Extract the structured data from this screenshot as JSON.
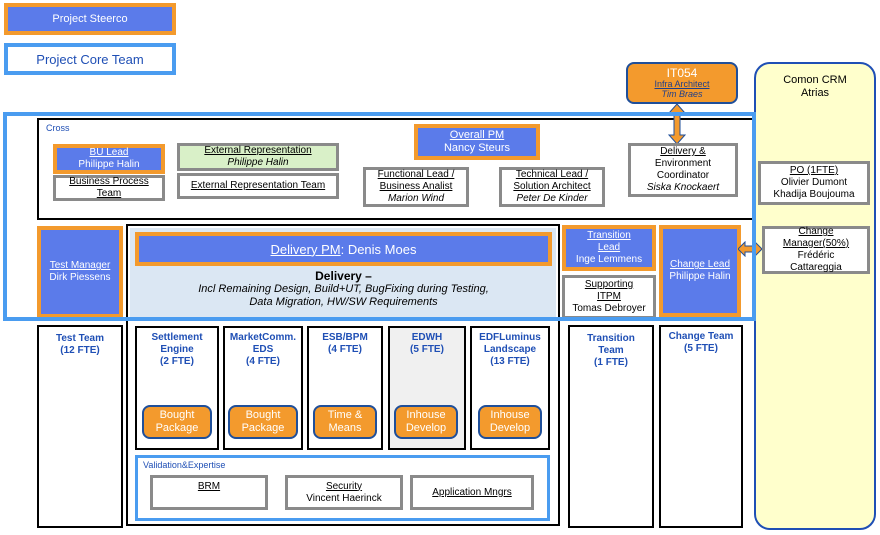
{
  "legend": {
    "steerco": "Project Steerco",
    "core_team": "Project Core Team"
  },
  "it054": {
    "title": "IT054",
    "role": "Infra Architect",
    "name": "Tim Braes"
  },
  "crm": {
    "line1": "Comon CRM",
    "line2": "Atrias"
  },
  "cross": {
    "label": "Cross",
    "bu_lead": {
      "title": "BU Lead",
      "name": "Philippe Halin"
    },
    "bpt": {
      "line1": "Business Process",
      "line2": "Team"
    },
    "ext_rep": {
      "title": "External Representation",
      "name": "Philippe Halin"
    },
    "ext_rep_team": "External Representation Team",
    "overall_pm": {
      "title": "Overall PM",
      "name": "Nancy Steurs"
    },
    "functional": {
      "line1": "Functional Lead /",
      "line2": "Business Analist",
      "name": "Marion Wind"
    },
    "technical": {
      "line1": "Technical Lead /",
      "line2": "Solution Architect",
      "name": "Peter De Kinder"
    },
    "delivery_env": {
      "line1": "Delivery &",
      "line2": "Environment",
      "line3": "Coordinator",
      "name": "Siska Knockaert"
    }
  },
  "po": {
    "title": "PO (1FTE)",
    "name1": "Olivier Dumont",
    "name2": "Khadija Boujouma"
  },
  "change_mgr": {
    "line1": "Change",
    "line2": "Manager(50%)",
    "name1": "Frédéric",
    "name2": "Cattareggia"
  },
  "test_manager": {
    "title": "Test Manager",
    "name": "Dirk Piessens"
  },
  "delivery_pm": {
    "title": "Delivery PM",
    "name": ": Denis Moes"
  },
  "delivery": {
    "title": "Delivery –",
    "line1": "Incl Remaining Design, Build+UT, BugFixing during Testing,",
    "line2": "Data Migration, HW/SW Requirements"
  },
  "transition_lead": {
    "line1": "Transition",
    "line2": "Lead",
    "name": "Inge Lemmens"
  },
  "change_lead": {
    "title": "Change Lead",
    "name": "Philippe Halin"
  },
  "supporting": {
    "line1": "Supporting",
    "line2": "ITPM",
    "name": "Tomas Debroyer"
  },
  "test_team": {
    "line1": "Test Team",
    "line2": "(12 FTE)"
  },
  "streams": [
    {
      "line1": "Settlement",
      "line2": "Engine",
      "line3": "(2 FTE)",
      "pkg1": "Bought",
      "pkg2": "Package"
    },
    {
      "line1": "MarketComm.",
      "line2": "EDS",
      "line3": "(4 FTE)",
      "pkg1": "Bought",
      "pkg2": "Package"
    },
    {
      "line1": "ESB/BPM",
      "line2": "(4 FTE)",
      "line3": "",
      "pkg1": "Time &",
      "pkg2": "Means"
    },
    {
      "line1": "EDWH",
      "line2": "(5 FTE)",
      "line3": "",
      "pkg1": "Inhouse",
      "pkg2": "Develop"
    },
    {
      "line1": "EDFLuminus",
      "line2": "Landscape",
      "line3": "(13 FTE)",
      "pkg1": "Inhouse",
      "pkg2": "Develop"
    }
  ],
  "transition_team": {
    "line1": "Transition",
    "line2": "Team",
    "line3": "(1 FTE)"
  },
  "change_team": {
    "line1": "Change Team",
    "line2": "(5 FTE)"
  },
  "validation": {
    "label": "Validation&Expertise",
    "brm": "BRM",
    "security": {
      "title": "Security",
      "name": "Vincent Haerinck"
    },
    "app_mgrs": "Application Mngrs"
  },
  "colors": {
    "blue_fill": "#5b7bea",
    "orange": "#f39a2d",
    "light_blue_border": "#4a9cf0",
    "delivery_bg": "#dbe7f3",
    "crm_bg": "#ffffcc",
    "navy_text": "#1f4fb5"
  }
}
